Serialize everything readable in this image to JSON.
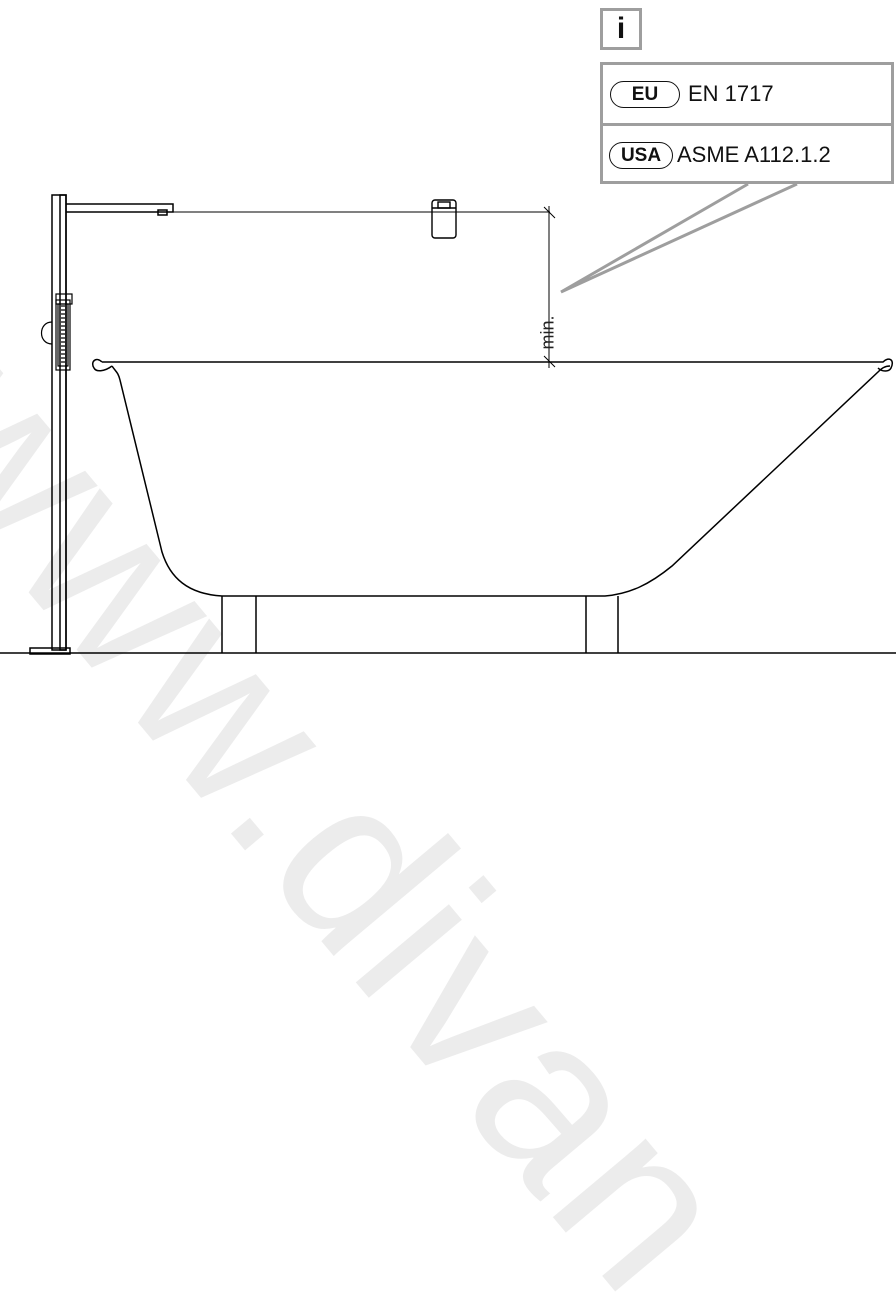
{
  "info_badge": {
    "label": "i"
  },
  "norms": [
    {
      "region": "EU",
      "standard": "EN 1717"
    },
    {
      "region": "USA",
      "standard": "ASME A112.1.2"
    }
  ],
  "dimension": {
    "label": "min."
  },
  "watermark": {
    "text": "www.divan"
  },
  "colors": {
    "line": "#000000",
    "frame": "#9e9e9e",
    "watermark": "#bdbdbd"
  }
}
